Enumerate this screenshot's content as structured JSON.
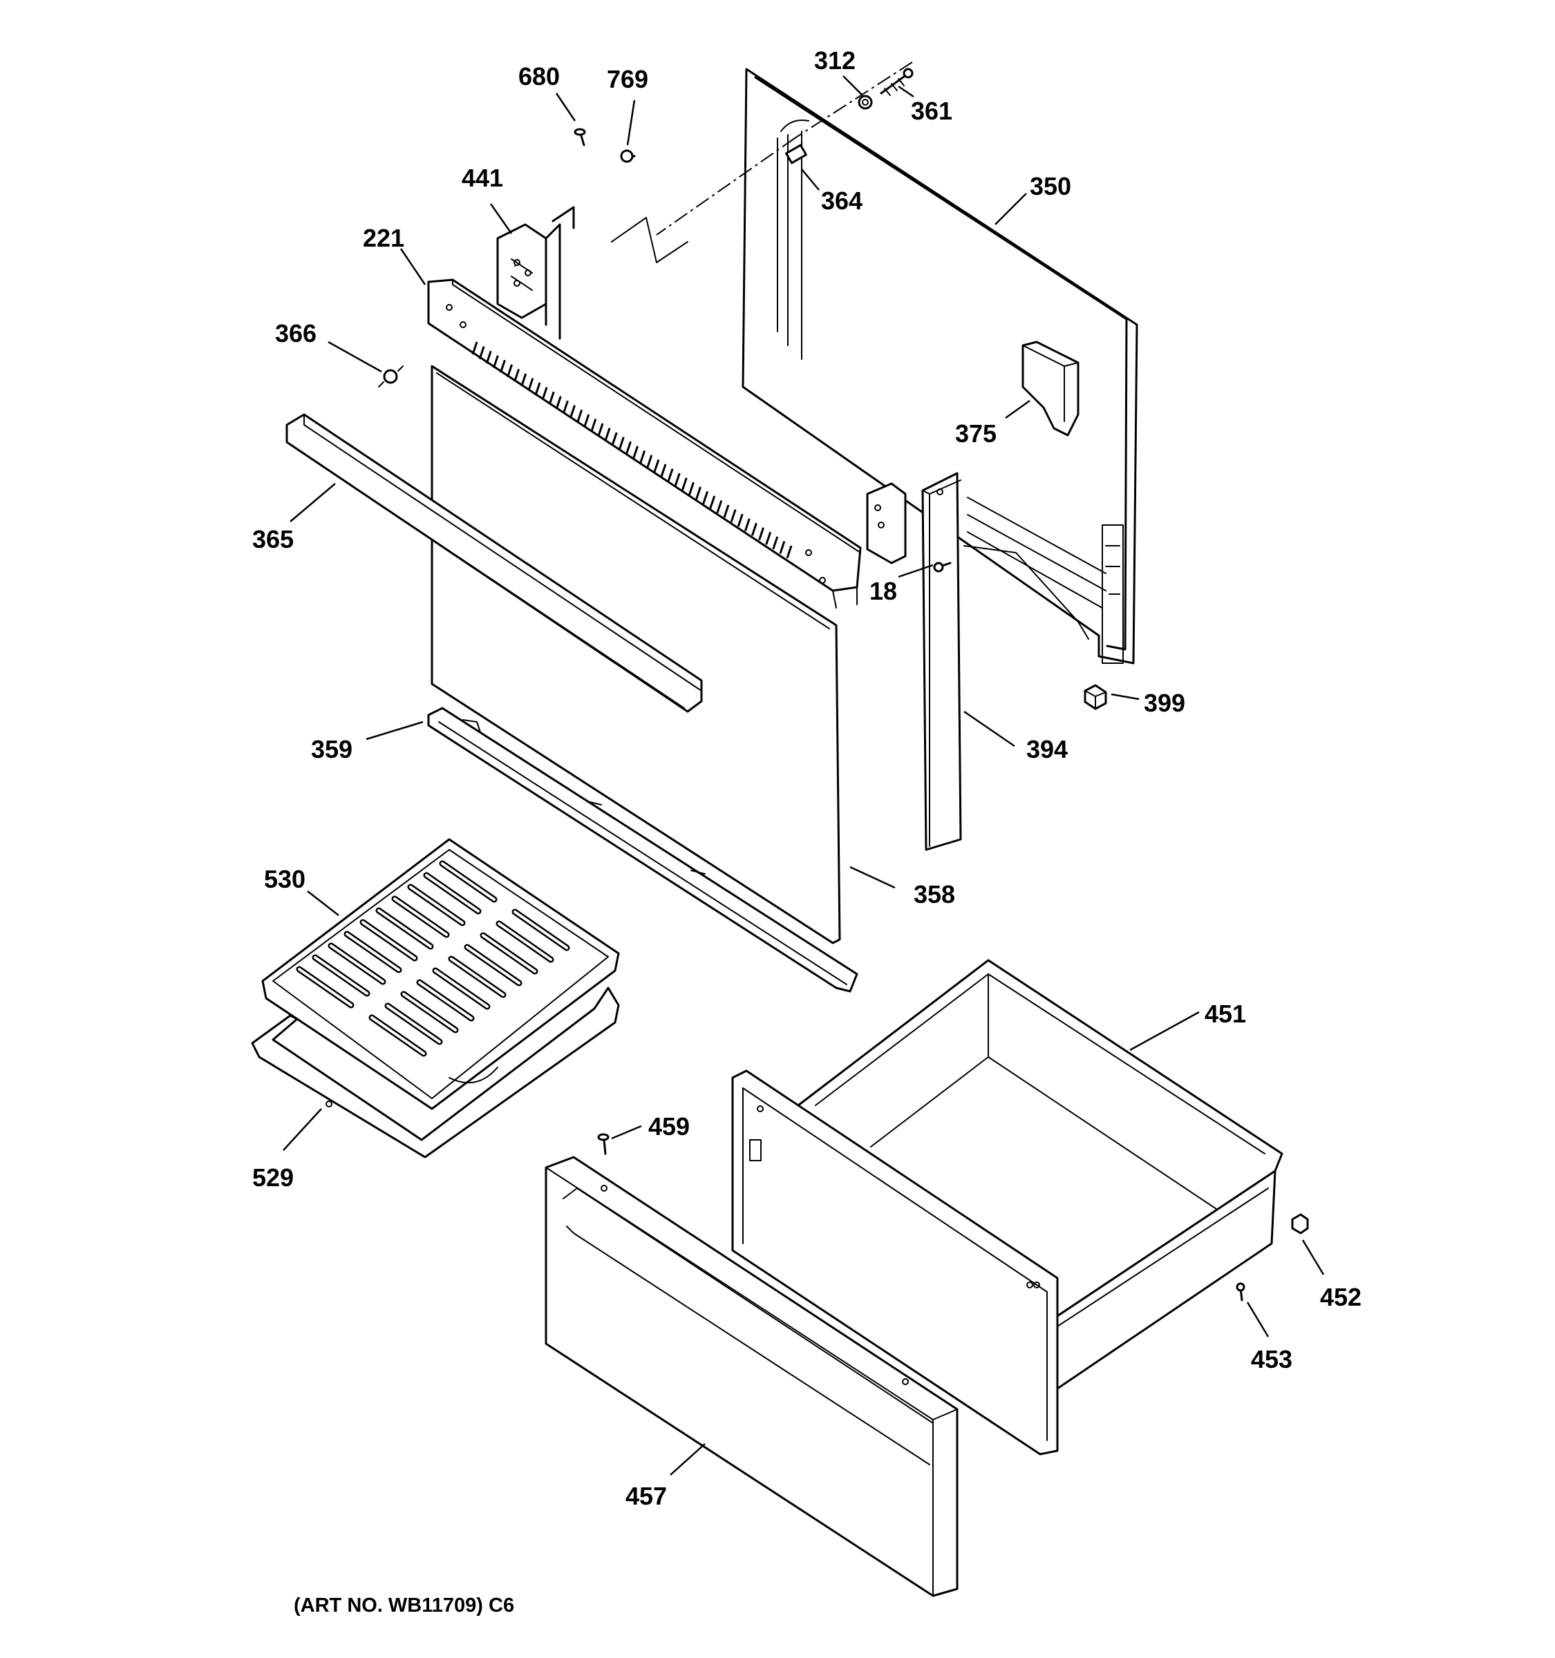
{
  "diagram": {
    "parts": [
      {
        "id": "p680",
        "label": "680"
      },
      {
        "id": "p769",
        "label": "769"
      },
      {
        "id": "p312",
        "label": "312"
      },
      {
        "id": "p361",
        "label": "361"
      },
      {
        "id": "p364",
        "label": "364"
      },
      {
        "id": "p350",
        "label": "350"
      },
      {
        "id": "p441",
        "label": "441"
      },
      {
        "id": "p221",
        "label": "221"
      },
      {
        "id": "p366",
        "label": "366"
      },
      {
        "id": "p375",
        "label": "375"
      },
      {
        "id": "p365",
        "label": "365"
      },
      {
        "id": "p18",
        "label": "18"
      },
      {
        "id": "p399",
        "label": "399"
      },
      {
        "id": "p359",
        "label": "359"
      },
      {
        "id": "p394",
        "label": "394"
      },
      {
        "id": "p530",
        "label": "530"
      },
      {
        "id": "p358",
        "label": "358"
      },
      {
        "id": "p451",
        "label": "451"
      },
      {
        "id": "p459",
        "label": "459"
      },
      {
        "id": "p529",
        "label": "529"
      },
      {
        "id": "p452",
        "label": "452"
      },
      {
        "id": "p453",
        "label": "453"
      },
      {
        "id": "p457",
        "label": "457"
      }
    ],
    "caption": "(ART NO. WB11709) C6"
  }
}
